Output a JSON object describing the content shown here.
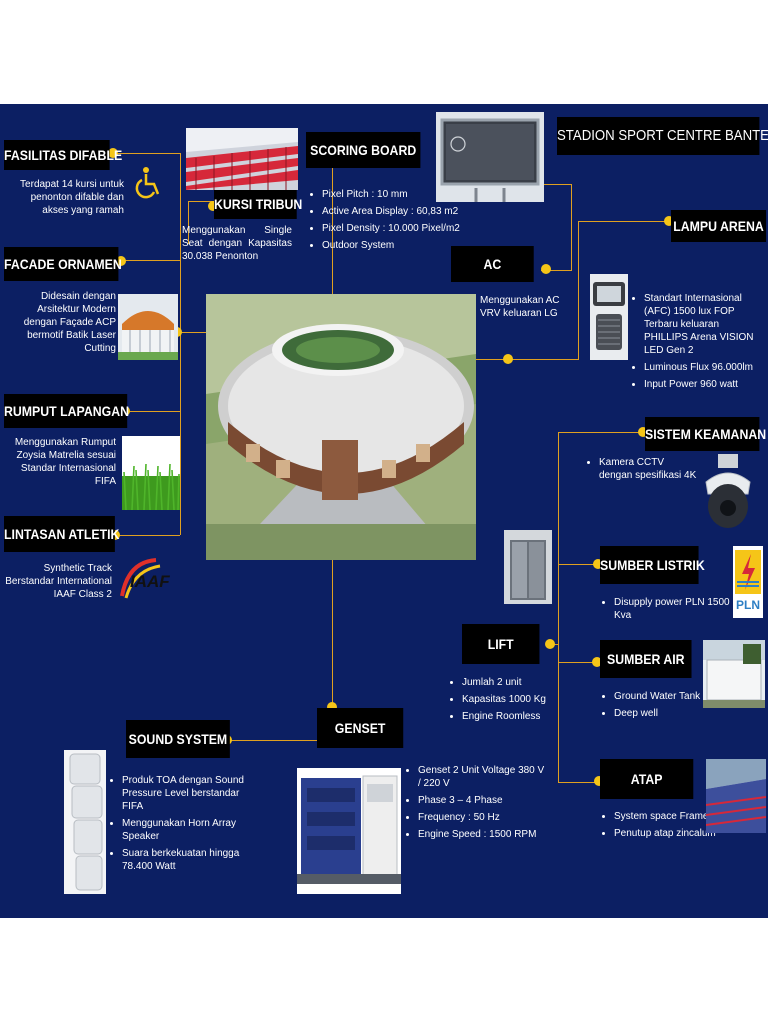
{
  "title": "STADION SPORT CENTRE BANTEN",
  "labels": {
    "fasilitas_difable": "FASILITAS DIFABLE",
    "kursi_tribun": "KURSI TRIBUN",
    "scoring_board": "SCORING BOARD",
    "facade_ornamen": "FACADE ORNAMEN",
    "ac": "AC",
    "lampu_arena": "LAMPU ARENA",
    "rumput_lapangan": "RUMPUT LAPANGAN",
    "sistem_keamanan": "SISTEM KEAMANAN",
    "lintasan_atletik": "LINTASAN ATLETIK",
    "sumber_listrik": "SUMBER LISTRIK",
    "lift": "LIFT",
    "sumber_air": "SUMBER AIR",
    "genset": "GENSET",
    "sound_system": "SOUND SYSTEM",
    "atap": "ATAP"
  },
  "texts": {
    "fasilitas_difable": "Terdapat 14 kursi untuk penonton difable dan akses yang ramah",
    "kursi_tribun": "Menggunakan Single Seat dengan Kapasitas 30.038 Penonton",
    "facade_ornamen": "Didesain dengan Arsitektur Modern dengan Façade ACP bermotif Batik Laser Cutting",
    "ac": "Menggunakan AC VRV keluaran LG",
    "rumput_lapangan": "Menggunakan Rumput Zoysia Matrelia sesuai Standar Internasional FIFA",
    "lintasan_atletik": "Synthetic Track Berstandar International IAAF Class 2",
    "iaaf_logo": "IAAF"
  },
  "bullets": {
    "scoring_board": [
      "Pixel Pitch : 10 mm",
      "Active Area Display : 60,83 m2",
      "Pixel Density : 10.000 Pixel/m2",
      "Outdoor System"
    ],
    "lampu_arena": [
      "Standart Internasional (AFC) 1500 lux FOP Terbaru keluaran PHILLIPS Arena VISION LED Gen 2",
      "Luminous Flux 96.000lm",
      "Input Power 960 watt"
    ],
    "sistem_keamanan": [
      "Kamera CCTV dengan spesifikasi 4K"
    ],
    "sumber_listrik": [
      "Disupply power PLN 1500 Kva"
    ],
    "lift": [
      "Jumlah 2 unit",
      "Kapasitas 1000 Kg",
      "Engine Roomless"
    ],
    "sumber_air": [
      "Ground Water Tank",
      "Deep well"
    ],
    "genset": [
      "Genset 2 Unit Voltage 380 V / 220 V",
      "Phase 3 – 4 Phase",
      "Frequency : 50 Hz",
      "Engine Speed : 1500 RPM"
    ],
    "sound_system": [
      "Produk TOA dengan Sound Pressure Level berstandar FIFA",
      "Menggunakan Horn Array Speaker",
      "Suara berkekuatan hingga 78.400 Watt"
    ],
    "atap": [
      "System space Frame",
      "Penutup atap zincalum"
    ]
  },
  "logos": {
    "pln": "PLN"
  },
  "colors": {
    "panel": "#0c1f63",
    "label_bg": "#000000",
    "connector": "#e0a020",
    "dot": "#f5c518"
  },
  "icons": [
    "wheelchair-icon",
    "cctv-camera-icon",
    "pln-logo",
    "iaaf-logo"
  ]
}
